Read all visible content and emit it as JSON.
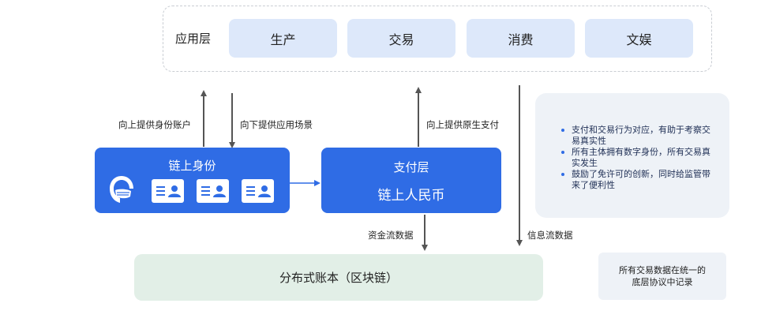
{
  "app_layer": {
    "label": "应用层",
    "items": [
      "生产",
      "交易",
      "消费",
      "文娱"
    ]
  },
  "identity": {
    "title": "链上身份",
    "icons": [
      "face-mask-avatar-icon",
      "id-card-icon",
      "id-card-icon",
      "id-card-icon"
    ]
  },
  "payment": {
    "title": "支付层",
    "subtitle": "链上人民币"
  },
  "arrows": {
    "up_identity": "向上提供身份账户",
    "down_scenario": "向下提供应用场景",
    "up_payment": "向上提供原生支付",
    "fund_flow": "资金流数据",
    "info_flow": "信息流数据"
  },
  "ledger": {
    "title": "分布式账本（区块链）"
  },
  "benefits": [
    "支付和交易行为对应，有助于考察交易真实性",
    "所有主体拥有数字身份，所有交易真实发生",
    "鼓励了免许可的创新，同时给监管带来了便利性"
  ],
  "note": {
    "line1": "所有交易数据在统一的",
    "line2": "底层协议中记录"
  },
  "colors": {
    "primary": "#2f6ce5",
    "app_box": "#dde8fa",
    "ledger": "#e2efe7",
    "panel": "#eef2f7"
  }
}
